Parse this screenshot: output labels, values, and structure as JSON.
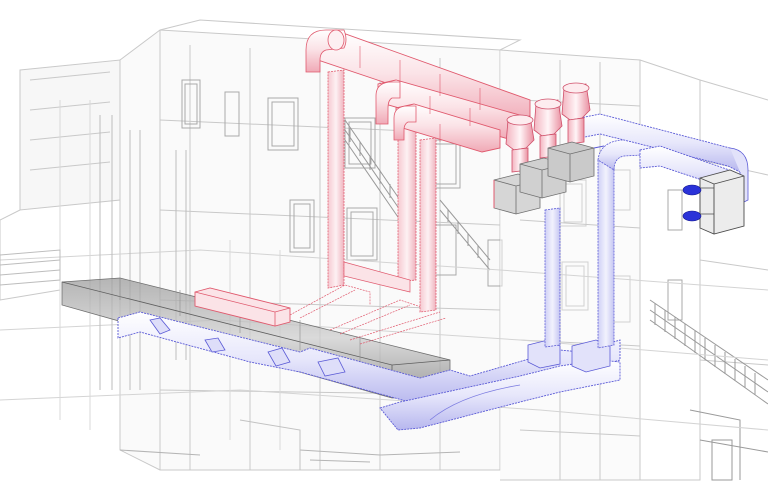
{
  "scene": {
    "colors": {
      "background": "#ffffff",
      "building_line": "#c9c9c9",
      "building_line_dark": "#9a9a9a",
      "building_fill": "#f3f3f3",
      "supply_duct_stroke": "#5a5ad6",
      "supply_duct_fill": "#e6e6fb",
      "supply_duct_shade": "#b9b9ef",
      "exhaust_duct_stroke": "#e05a6e",
      "exhaust_duct_fill": "#fbe3e7",
      "exhaust_duct_shade": "#f2b9c3",
      "fan_box_fill": "#d3d3d3",
      "fan_box_stroke": "#7a7a7a",
      "beam_dark": "#8a8a8a",
      "beam_mid": "#bdbdbd",
      "diffuser_blue": "#2a32d8"
    },
    "components": [
      {
        "name": "building-shell",
        "icon": "building-wireframe-icon"
      },
      {
        "name": "exhaust-duct-system",
        "icon": "red-duct-icon"
      },
      {
        "name": "supply-duct-system",
        "icon": "blue-duct-icon"
      },
      {
        "name": "rooftop-fan-units",
        "icon": "fan-box-icon"
      },
      {
        "name": "exhaust-stacks",
        "icon": "stack-cap-icon"
      },
      {
        "name": "steel-beam",
        "icon": "beam-icon"
      },
      {
        "name": "wall-diffusers",
        "icon": "diffuser-icon"
      }
    ]
  }
}
